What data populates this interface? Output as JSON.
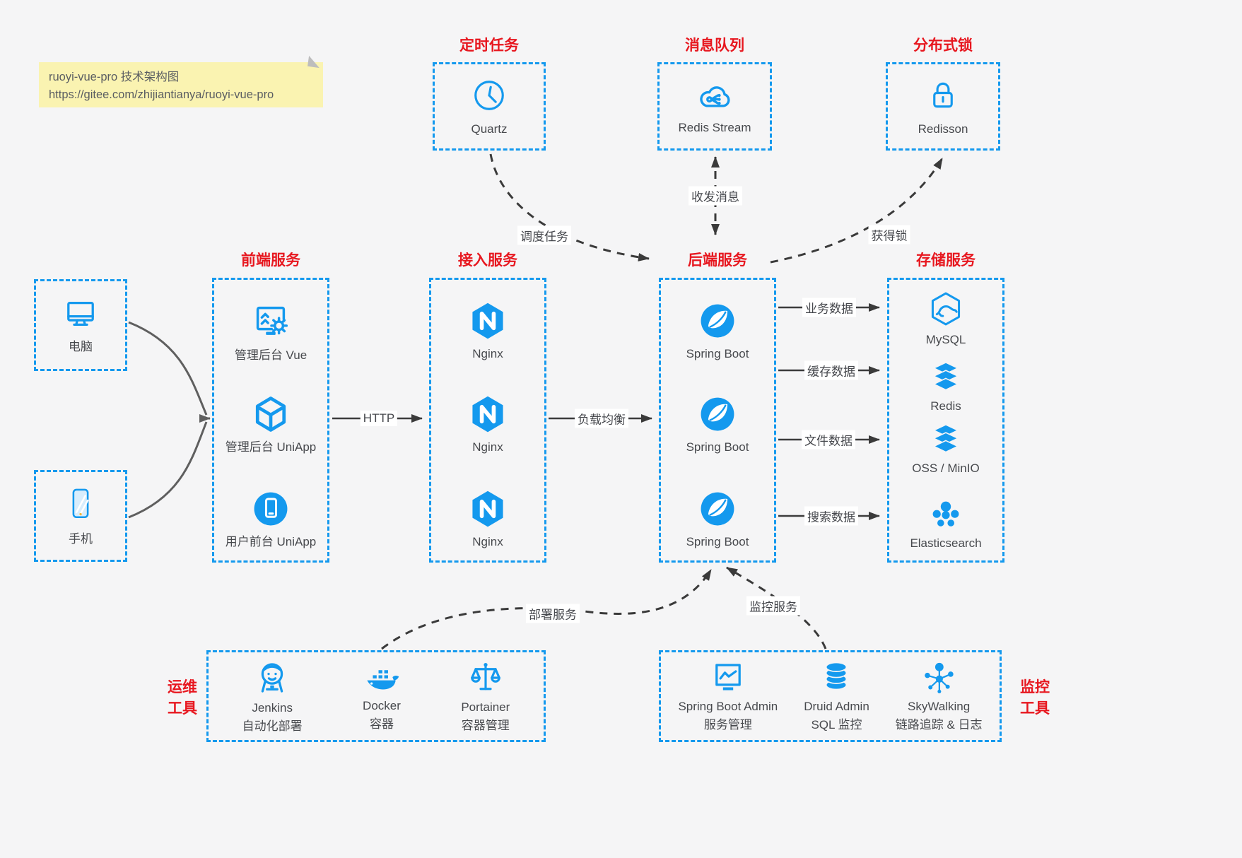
{
  "note": {
    "line1": "ruoyi-vue-pro 技术架构图",
    "line2": "https://gitee.com/zhijiantianya/ruoyi-vue-pro"
  },
  "colors": {
    "accent_blue": "#1499ee",
    "title_red": "#e7171f",
    "arrow_dark": "#3c3c3c",
    "note_bg": "#faf3b1",
    "canvas_bg": "#f5f5f6",
    "text_dark": "#47494d"
  },
  "top_groups": [
    {
      "title": "定时任务",
      "item": {
        "label": "Quartz",
        "icon": "clock-icon"
      }
    },
    {
      "title": "消息队列",
      "item": {
        "label": "Redis Stream",
        "icon": "cloud-network-icon"
      }
    },
    {
      "title": "分布式锁",
      "item": {
        "label": "Redisson",
        "icon": "lock-icon"
      }
    }
  ],
  "clients": [
    {
      "label": "电脑",
      "icon": "desktop-icon"
    },
    {
      "label": "手机",
      "icon": "phone-icon"
    }
  ],
  "columns": [
    {
      "title": "前端服务",
      "items": [
        {
          "label": "管理后台 Vue",
          "icon": "admin-vue-icon"
        },
        {
          "label": "管理后台 UniApp",
          "icon": "cube-icon"
        },
        {
          "label": "用户前台 UniApp",
          "icon": "mobile-app-icon"
        }
      ]
    },
    {
      "title": "接入服务",
      "items": [
        {
          "label": "Nginx",
          "icon": "nginx-icon"
        },
        {
          "label": "Nginx",
          "icon": "nginx-icon"
        },
        {
          "label": "Nginx",
          "icon": "nginx-icon"
        }
      ]
    },
    {
      "title": "后端服务",
      "items": [
        {
          "label": "Spring Boot",
          "icon": "spring-icon"
        },
        {
          "label": "Spring Boot",
          "icon": "spring-icon"
        },
        {
          "label": "Spring Boot",
          "icon": "spring-icon"
        }
      ]
    },
    {
      "title": "存储服务",
      "items": [
        {
          "label": "MySQL",
          "icon": "mysql-icon"
        },
        {
          "label": "Redis",
          "icon": "stack-icon"
        },
        {
          "label": "OSS / MinIO",
          "icon": "stack-icon"
        },
        {
          "label": "Elasticsearch",
          "icon": "elasticsearch-icon"
        }
      ]
    }
  ],
  "bottom_groups": [
    {
      "title_line1": "运维",
      "title_line2": "工具",
      "items": [
        {
          "label1": "Jenkins",
          "label2": "自动化部署",
          "icon": "jenkins-icon"
        },
        {
          "label1": "Docker",
          "label2": "容器",
          "icon": "docker-icon"
        },
        {
          "label1": "Portainer",
          "label2": "容器管理",
          "icon": "portainer-icon"
        }
      ]
    },
    {
      "title_line1": "监控",
      "title_line2": "工具",
      "items": [
        {
          "label1": "Spring Boot Admin",
          "label2": "服务管理",
          "icon": "monitor-chart-icon"
        },
        {
          "label1": "Druid Admin",
          "label2": "SQL 监控",
          "icon": "database-icon"
        },
        {
          "label1": "SkyWalking",
          "label2": "链路追踪 & 日志",
          "icon": "network-hub-icon"
        }
      ]
    }
  ],
  "edges": {
    "http": "HTTP",
    "load_balance": "负载均衡",
    "schedule": "调度任务",
    "message": "收发消息",
    "lock": "获得锁",
    "business_data": "业务数据",
    "cache_data": "缓存数据",
    "file_data": "文件数据",
    "search_data": "搜索数据",
    "deploy": "部署服务",
    "monitor": "监控服务"
  }
}
